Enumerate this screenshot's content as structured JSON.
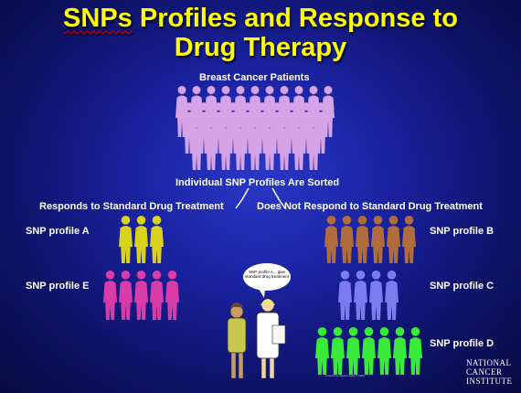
{
  "title": {
    "line1_a": "SNPs",
    "line1_b": " Profiles and Response to",
    "line2": "Drug Therapy"
  },
  "labels": {
    "patients": "Breast Cancer Patients",
    "sorted": "Individual SNP Profiles Are Sorted",
    "responds": "Responds to Standard Drug Treatment",
    "not_respond": "Does Not Respond to Standard Drug Treatment",
    "profile_a": "SNP profile A",
    "profile_b": "SNP profile B",
    "profile_c": "SNP profile C",
    "profile_d": "SNP profile D",
    "profile_e": "SNP profile E"
  },
  "bubble_text": "SNP profile A... give standard drug treatment",
  "credit": "Artwork by Jeanne Kelly © 2004",
  "logo": "NATIONAL CANCER INSTITUTE",
  "colors": {
    "patients": "#d6a3e6",
    "profile_a": "#d8d21a",
    "profile_b": "#b06c3c",
    "profile_c": "#7c7cf0",
    "profile_d": "#3aea3a",
    "profile_e": "#d83ca8",
    "title": "#ffff00"
  }
}
